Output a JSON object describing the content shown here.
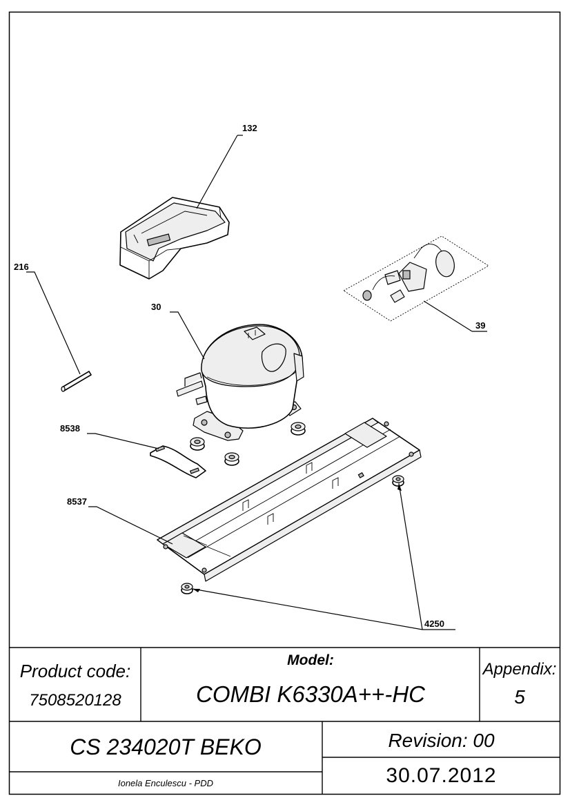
{
  "callouts": {
    "c132": "132",
    "c216": "216",
    "c30": "30",
    "c39": "39",
    "c8538": "8538",
    "c8537": "8537",
    "c4250": "4250"
  },
  "title_block": {
    "product_code_label": "Product code:",
    "product_code_value": "7508520128",
    "model_label": "Model:",
    "model_value": "COMBI K6330A++-HC",
    "appendix_label": "Appendix:",
    "appendix_value": "5",
    "document_code": "CS 234020T BEKO",
    "revision": "Revision: 00",
    "author": "Ionela Enculescu - PDD",
    "date": "30.07.2012"
  }
}
